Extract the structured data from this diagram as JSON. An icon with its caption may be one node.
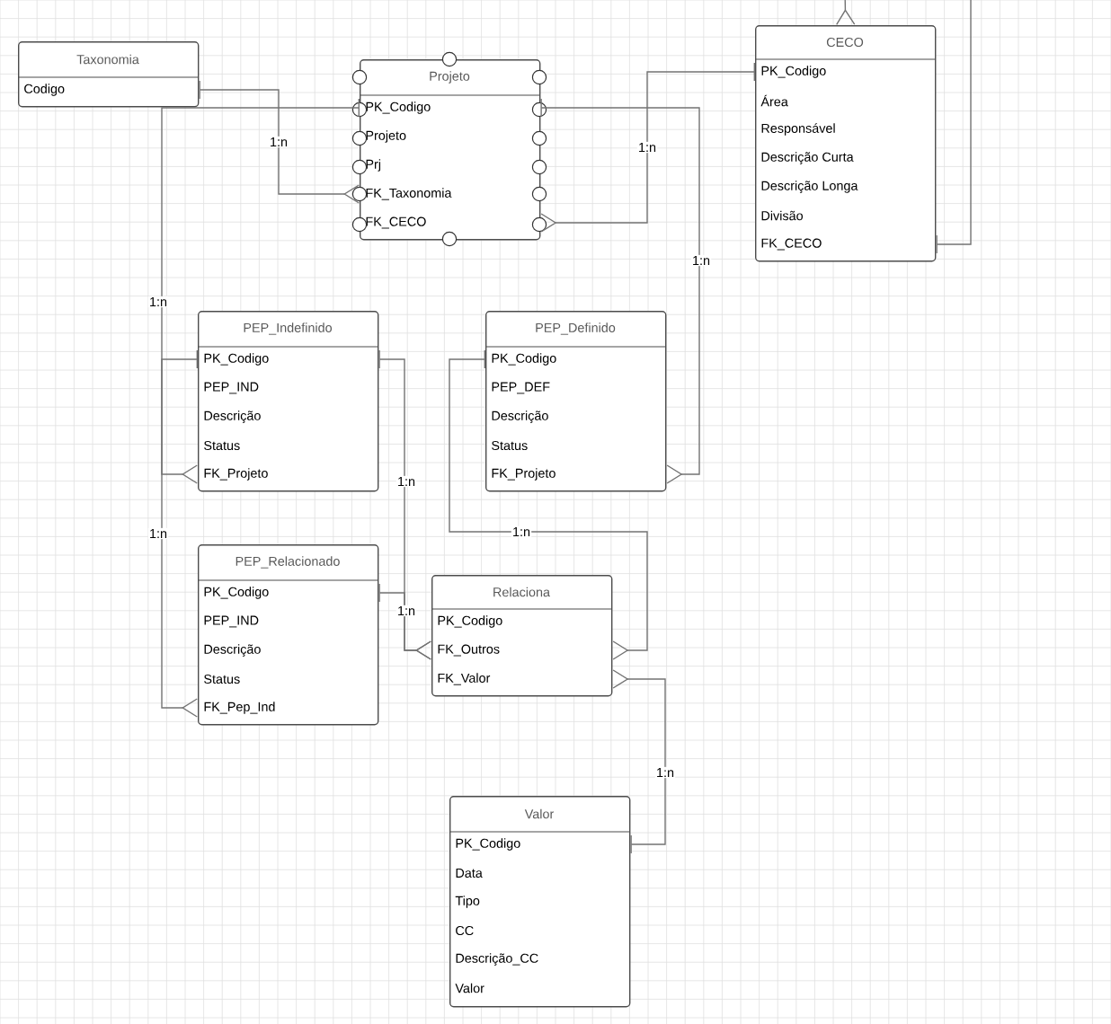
{
  "diagram": {
    "nodes": [
      {
        "text": [
          "Taxonomia",
          "Codigo"
        ]
      },
      {
        "text": [
          "Projeto",
          "PK_Codigo",
          "Projeto",
          "Prj",
          "FK_Taxonomia",
          "FK_CECO"
        ]
      },
      {
        "text": [
          "CECO",
          "PK_Codigo",
          "Área",
          "Responsável",
          "Descrição Curta",
          "Descrição Longa",
          "Divisão",
          "FK_CECO"
        ]
      },
      {
        "text": [
          "PEP_Indefinido",
          "PK_Codigo",
          "PEP_IND",
          "Descrição",
          "Status",
          "FK_Projeto"
        ]
      },
      {
        "text": [
          "PEP_Definido",
          "PK_Codigo",
          "PEP_DEF",
          "Descrição",
          "Status",
          "FK_Projeto"
        ]
      },
      {
        "text": [
          "PEP_Relacionado",
          "PK_Codigo",
          "PEP_IND",
          "Descrição",
          "Status",
          "FK_Pep_Ind"
        ]
      },
      {
        "text": [
          "Relaciona",
          "PK_Codigo",
          "FK_Outros",
          "FK_Valor"
        ]
      },
      {
        "text": [
          "Valor",
          "PK_Codigo",
          "Data",
          "Tipo",
          "CC",
          "Descrição_CC",
          "Valor"
        ]
      }
    ],
    "edges": [
      {
        "from": 0,
        "to": 1,
        "arrow": "other",
        "label": "1:n"
      },
      {
        "from": 2,
        "to": 1,
        "arrow": "other",
        "label": "1:n"
      },
      {
        "from": 2,
        "to": 2,
        "arrow": "other"
      },
      {
        "from": 1,
        "to": 3,
        "arrow": "other",
        "label": "1:n"
      },
      {
        "from": 1,
        "to": 4,
        "arrow": "other",
        "label": "1:n"
      },
      {
        "from": 3,
        "to": 5,
        "arrow": "other",
        "label": "1:n"
      },
      {
        "from": 3,
        "to": 6,
        "arrow": "other",
        "label": "1:n"
      },
      {
        "from": 5,
        "to": 6,
        "arrow": "other",
        "label": "1:n"
      },
      {
        "from": 4,
        "to": 6,
        "arrow": "other",
        "label": "1:n"
      },
      {
        "from": 7,
        "to": 6,
        "arrow": "other",
        "label": "1:n"
      }
    ]
  }
}
